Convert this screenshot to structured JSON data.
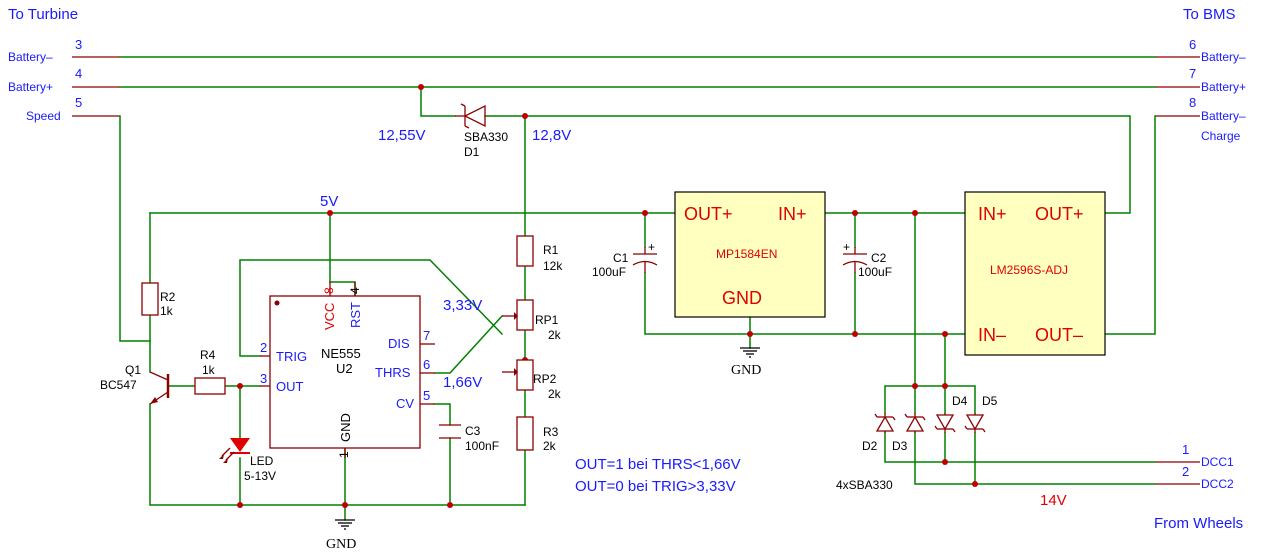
{
  "headers": {
    "top_left": "To Turbine",
    "top_right": "To BMS",
    "bottom_right": "From Wheels"
  },
  "left_connector": [
    {
      "num": "3",
      "label": "Battery–"
    },
    {
      "num": "4",
      "label": "Battery+"
    },
    {
      "num": "5",
      "label": "Speed"
    }
  ],
  "right_connector": [
    {
      "num": "6",
      "label": "Battery–"
    },
    {
      "num": "7",
      "label": "Battery+"
    },
    {
      "num": "8",
      "label": "Battery–",
      "label2": "Charge"
    }
  ],
  "wheel_connector": [
    {
      "num": "1",
      "label": "DCC1"
    },
    {
      "num": "2",
      "label": "DCC2"
    }
  ],
  "voltages": {
    "v_batt": "12,55V",
    "v_charge": "12,8V",
    "v_5": "5V",
    "v_hi": "3,33V",
    "v_lo": "1,66V",
    "v_14": "14V"
  },
  "d1": {
    "part": "SBA330",
    "ref": "D1"
  },
  "r1": {
    "ref": "R1",
    "value": "12k"
  },
  "r2": {
    "ref": "R2",
    "value": "1k"
  },
  "r3": {
    "ref": "R3",
    "value": "2k"
  },
  "r4": {
    "ref": "R4",
    "value": "1k"
  },
  "rp1": {
    "ref": "RP1",
    "value": "2k"
  },
  "rp2": {
    "ref": "RP2",
    "value": "2k"
  },
  "q1": {
    "ref": "Q1",
    "part": "BC547"
  },
  "led": {
    "ref": "LED",
    "value": "5-13V"
  },
  "c1": {
    "ref": "C1",
    "value": "100uF"
  },
  "c2": {
    "ref": "C2",
    "value": "100uF"
  },
  "c3": {
    "ref": "C3",
    "value": "100nF"
  },
  "u2": {
    "part": "NE555",
    "ref": "U2",
    "vcc": "VCC",
    "rst": "RST",
    "trig": "TRIG",
    "out": "OUT",
    "dis": "DIS",
    "thrs": "THRS",
    "cv": "CV",
    "gnd": "GND",
    "pin_vcc": "8",
    "pin_rst": "4",
    "pin_trig": "2",
    "pin_out": "3",
    "pin_dis": "7",
    "pin_thrs": "6",
    "pin_cv": "5",
    "pin_gnd": "1"
  },
  "mp1584": {
    "name": "MP1584EN",
    "out": "OUT+",
    "in": "IN+",
    "gnd": "GND"
  },
  "lm2596": {
    "name": "LM2596S-ADJ",
    "in_p": "IN+",
    "out_p": "OUT+",
    "in_n": "IN–",
    "out_n": "OUT–"
  },
  "bridge": {
    "d2": "D2",
    "d3": "D3",
    "d4": "D4",
    "d5": "D5",
    "part": "4xSBA330"
  },
  "gnd_label": "GND",
  "notes": [
    "OUT=1 bei THRS<1,66V",
    "OUT=0 bei TRIG>3,33V"
  ],
  "colors": {
    "wire": "#008000",
    "part": "#8b0000",
    "junction": "#c00000",
    "net_label": "#1a1aff",
    "module_fill": "#ffffc0"
  }
}
